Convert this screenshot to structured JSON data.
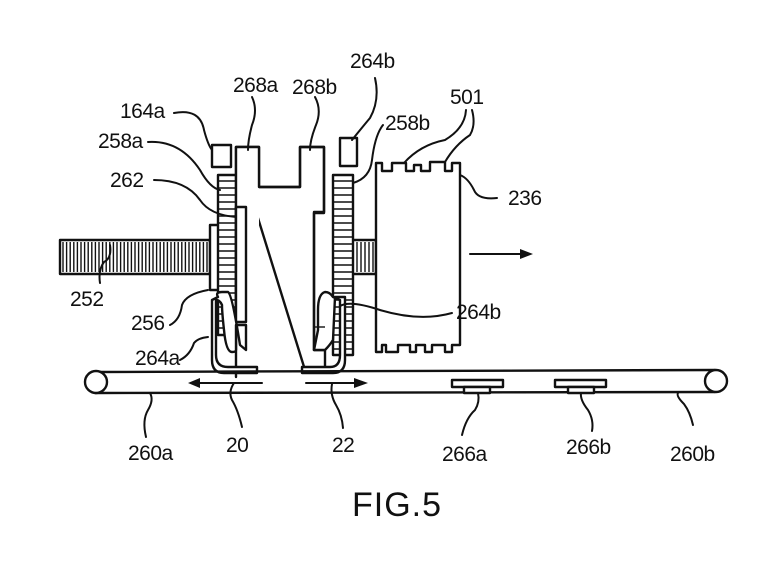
{
  "figure": {
    "caption": "FIG.5",
    "labels": {
      "l164a": "164a",
      "l258a": "258a",
      "l262": "262",
      "l268a": "268a",
      "l268b": "268b",
      "l264b_top": "264b",
      "l258b": "258b",
      "l501": "501",
      "l236": "236",
      "l252": "252",
      "l256": "256",
      "l264b_mid": "264b",
      "l264a": "264a",
      "l260a": "260a",
      "l20": "20",
      "l22": "22",
      "l266a": "266a",
      "l266b": "266b",
      "l260b": "260b"
    }
  }
}
